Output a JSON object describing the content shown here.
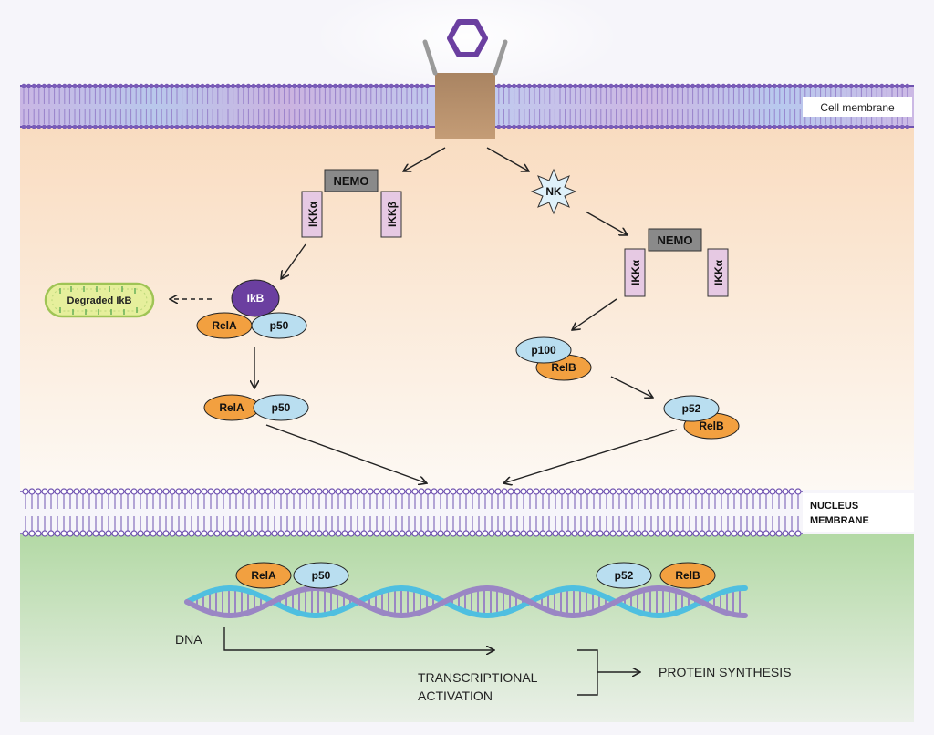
{
  "colors": {
    "background": "#f6f5fa",
    "cytoplasm_top": "#f9dcc0",
    "cytoplasm_bottom": "#fdf8f3",
    "nucleus_top": "#b2d8a4",
    "nucleus_bottom": "#e9efe6",
    "membrane_purple": "#6f52b0",
    "receptor": "#b9906a",
    "ligand": "#6b3fa0",
    "nemo": "#8a8a8a",
    "ikk": "#e6c9e3",
    "rela": "#f2a040",
    "p50": "#b9def0",
    "relb": "#f2a040",
    "ikb": "#6b3fa0",
    "nk": "#dff1fa",
    "degraded": "#e6ef9c",
    "dna_purple": "#9a86c4",
    "dna_blue": "#4fbfe0"
  },
  "icons": {
    "ligand": "hexagon-ligand-icon",
    "receptor": "membrane-receptor-icon",
    "nk": "starburst-kinase-icon",
    "proteasome": "degradation-capsule-icon",
    "dna": "double-helix-icon"
  },
  "labels": {
    "cell_membrane": "Cell membrane",
    "nucleus_membrane_line1": "NUCLEUS",
    "nucleus_membrane_line2": "MEMBRANE",
    "nemo_left": "NEMO",
    "ikka_left": "IKKα",
    "ikkb_left": "IKKβ",
    "nk": "NK",
    "nemo_right": "NEMO",
    "ikka_right1": "IKKα",
    "ikka_right2": "IKKα",
    "degraded": "Degraded IkB",
    "ikb": "IkB",
    "rela_complex": "RelA",
    "p50_complex": "p50",
    "rela_free": "RelA",
    "p50_free": "p50",
    "p100": "p100",
    "relb_p100": "RelB",
    "p52": "p52",
    "relb_p52": "RelB",
    "rela_dna": "RelA",
    "p50_dna": "p50",
    "p52_dna": "p52",
    "relb_dna": "RelB",
    "dna": "DNA",
    "transcriptional_line1": "TRANSCRIPTIONAL",
    "transcriptional_line2": "ACTIVATION",
    "protein_synthesis": "PROTEIN SYNTHESIS"
  }
}
